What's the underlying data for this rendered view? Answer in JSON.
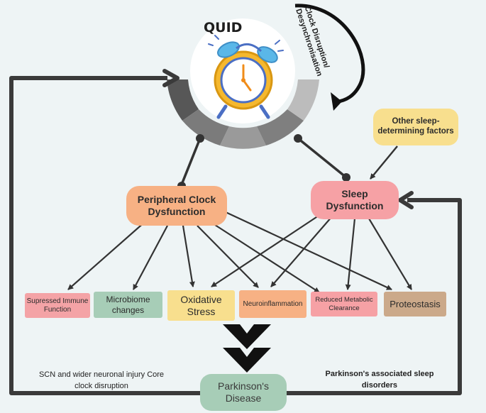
{
  "title": "QUID",
  "clock_disruption_label": "Clock Disruption/ Desynchronisation",
  "nodes": {
    "other_factors": "Other sleep-determining factors",
    "peripheral": "Peripheral Clock Dysfunction",
    "sleep": "Sleep Dysfunction",
    "immune": "Supressed Immune Function",
    "microbiome": "Microbiome changes",
    "oxidative": "Oxidative Stress",
    "neuroinflammation": "Neuroinflammation",
    "metabolic": "Reduced Metabolic Clearance",
    "proteostasis": "Proteostasis",
    "parkinsons": "Parkinson's Disease"
  },
  "side_labels": {
    "left": "SCN and wider neuronal injury Core clock disruption",
    "right": "Parkinson's associated sleep disorders"
  },
  "colors": {
    "peripheral": "#f7b184",
    "sleep": "#f6a1a5",
    "other_factors": "#f8df8e",
    "immune": "#f4a3a6",
    "microbiome": "#a7cdb7",
    "oxidative": "#f8df8e",
    "neuroinflammation": "#f7b184",
    "metabolic": "#f6a1a5",
    "proteostasis": "#cba98a",
    "parkinsons": "#a7cdb7",
    "lines": "#333333"
  },
  "icons": [
    "alarm-clock-icon",
    "double-chevron-down-icon"
  ]
}
